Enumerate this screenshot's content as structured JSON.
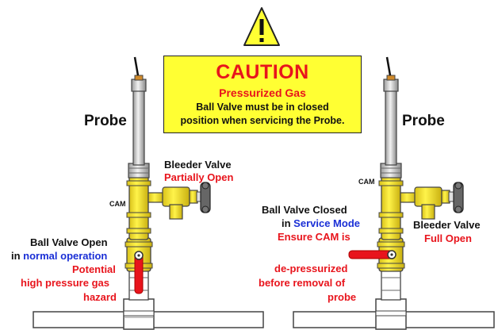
{
  "colors": {
    "brass": "#ffe833",
    "caution_bg": "#ffff33",
    "warning_red": "#e8141c",
    "mode_blue": "#1a2fd6",
    "pipe": "#ffffff"
  },
  "warning_icon": "exclamation-triangle-icon",
  "caution": {
    "title": "CAUTION",
    "subtitle": "Pressurized Gas",
    "line1": "Ball Valve must be in closed",
    "line2": "position when servicing the Probe."
  },
  "left": {
    "probe_label": "Probe",
    "cam_label": "CAM",
    "bleeder_title": "Bleeder Valve",
    "bleeder_state": "Partially Open",
    "ball_valve_title": "Ball Valve Open",
    "mode_prefix": "in ",
    "mode_name": "normal operation",
    "hazard_line1": "Potential",
    "hazard_line2": "high pressure gas",
    "hazard_line3": "hazard"
  },
  "right": {
    "probe_label": "Probe",
    "cam_label": "CAM",
    "bleeder_title": "Bleeder Valve",
    "bleeder_state": "Full Open",
    "ball_valve_title": "Ball Valve Closed",
    "mode_prefix": "in ",
    "mode_name": "Service Mode",
    "note_line1": "Ensure CAM is",
    "note_line2": "de-pressurized",
    "note_line3": "before removal of",
    "note_line4": "probe"
  }
}
